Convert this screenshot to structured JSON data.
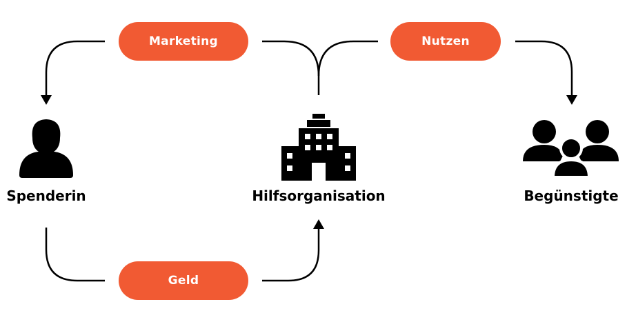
{
  "colors": {
    "accent": "#F15A33",
    "line": "#000000",
    "icon": "#000000",
    "pill_text": "#FFFFFF"
  },
  "nodes": {
    "donor": {
      "label": "Spenderin",
      "icon": "person-icon"
    },
    "organization": {
      "label": "Hilfsorganisation",
      "icon": "building-icon"
    },
    "beneficiaries": {
      "label": "Begünstigte",
      "icon": "group-icon"
    }
  },
  "flows": {
    "marketing": {
      "label": "Marketing"
    },
    "benefit": {
      "label": "Nutzen"
    },
    "money": {
      "label": "Geld"
    }
  }
}
